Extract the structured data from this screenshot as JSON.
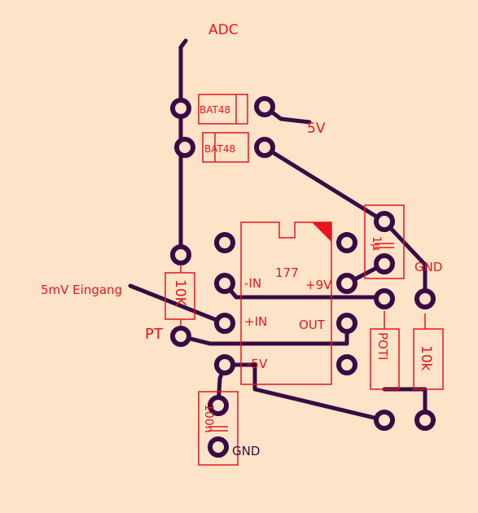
{
  "board": {
    "background": "#fde4c8",
    "trace_color": "#3b0a45",
    "silk_color": "#e8141c"
  },
  "labels": {
    "adc": "ADC",
    "v5": "5V",
    "input": "5mV Eingang",
    "pt": "PT",
    "gnd_right": "GND",
    "gnd_bottom": "GND"
  },
  "ic": {
    "name": "177",
    "pin_minus_in": "-IN",
    "pin_plus_in": "+IN",
    "pin_plus_9v": "+9V",
    "pin_out": "OUT",
    "pin_minus_5v": "-5V"
  },
  "components": {
    "diode1": "BAT48",
    "diode2": "BAT48",
    "resistor_left": "10K",
    "resistor_right": "10k",
    "poti": "POTI",
    "cap_right": "1µ",
    "cap_bottom": "100n"
  }
}
